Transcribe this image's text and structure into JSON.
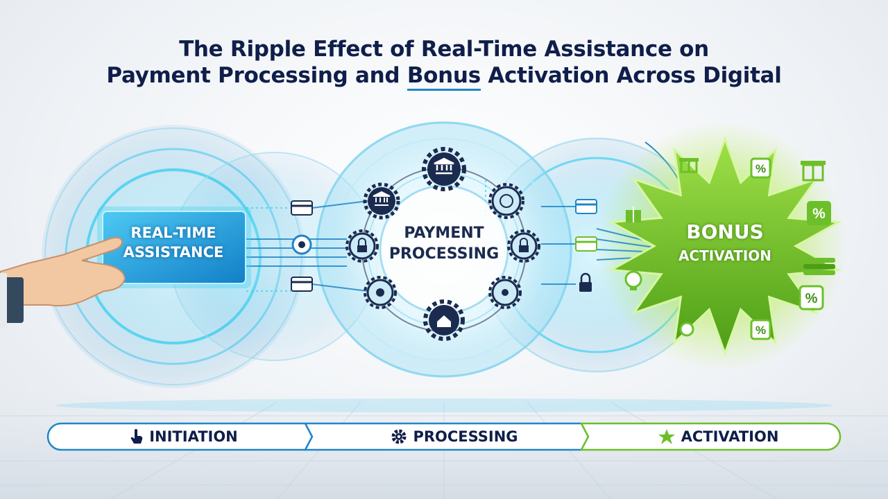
{
  "title": {
    "line1": "The Ripple Effect of Real-Time Assistance on",
    "line2_before": "Payment Processing and ",
    "line2_emph": "Bonus",
    "line2_after": " Activation Across Digital"
  },
  "nodes": {
    "assistance": {
      "line1": "REAL-TIME",
      "line2": "ASSISTANCE"
    },
    "processing": {
      "line1": "PAYMENT",
      "line2": "PROCESSING"
    },
    "bonus": {
      "line1": "BONUS",
      "line2": "ACTIVATION"
    }
  },
  "bonus_badges": [
    "%",
    "%",
    "%",
    "%"
  ],
  "steps": [
    {
      "label": "INITIATION",
      "icon": "pointer-hand-icon"
    },
    {
      "label": "PROCESSING",
      "icon": "gear-icon"
    },
    {
      "label": "ACTIVATION",
      "icon": "star-icon"
    }
  ],
  "colors": {
    "navy": "#0f1e4a",
    "blue": "#1f86c8",
    "cyan": "#3fd0f0",
    "green": "#6cbf2a",
    "green_dark": "#3f8f15"
  }
}
